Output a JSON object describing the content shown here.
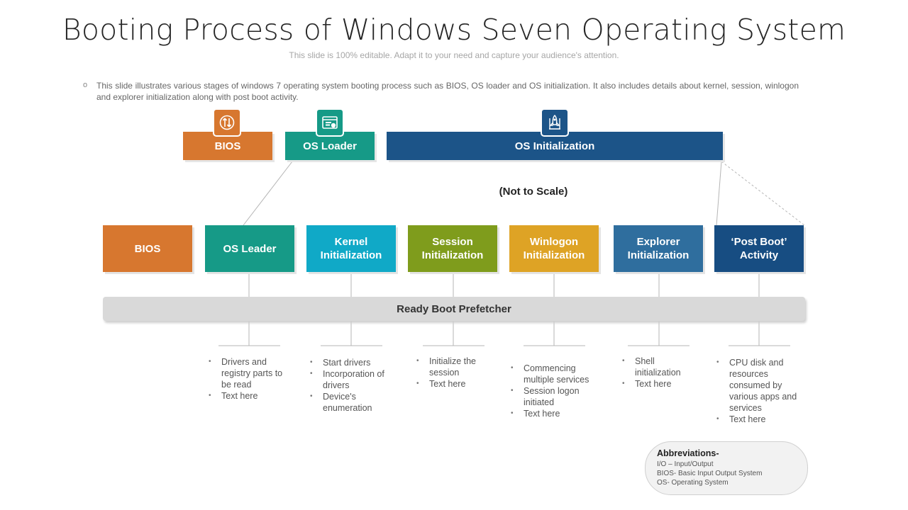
{
  "title": "Booting Process of Windows Seven Operating System",
  "subtitle": "This slide is 100% editable. Adapt it to your need and capture your audience's attention.",
  "description_bullet": "o",
  "description": "This slide illustrates various stages of windows 7 operating system booting process such as BIOS, OS loader and OS initialization. It also includes details about kernel, session, winlogon and explorer initialization along with post boot activity.",
  "top_phases": [
    {
      "label": "BIOS",
      "icon": "up-down-arrows-icon",
      "color": "#d7772f"
    },
    {
      "label": "OS Loader",
      "icon": "browser-window-icon",
      "color": "#169a87"
    },
    {
      "label": "OS Initialization",
      "icon": "rocket-launch-icon",
      "color": "#1c5488"
    }
  ],
  "scale_note": "(Not to Scale)",
  "stages": [
    {
      "label": "BIOS",
      "color": "#d7772f"
    },
    {
      "label": "OS Leader",
      "color": "#169a87"
    },
    {
      "label": "Kernel Initialization",
      "color": "#10a9c7"
    },
    {
      "label": "Session Initialization",
      "color": "#7f9c1c"
    },
    {
      "label": "Winlogon Initialization",
      "color": "#dea325"
    },
    {
      "label": "Explorer Initialization",
      "color": "#2f6e9e"
    },
    {
      "label": "‘Post Boot’ Activity",
      "color": "#174d82"
    }
  ],
  "prefetcher": "Ready Boot Prefetcher",
  "notes": [
    [
      "Drivers and registry parts to be read",
      "Text here"
    ],
    [
      "Start drivers",
      "Incorporation of drivers",
      "Device's enumeration"
    ],
    [
      "Initialize the session",
      "Text here"
    ],
    [
      "Commencing multiple services",
      "Session logon initiated",
      "Text here"
    ],
    [
      "Shell initialization",
      "Text here"
    ],
    [
      "CPU disk and resources consumed by various apps and services",
      "Text here"
    ]
  ],
  "abbreviations": {
    "title": "Abbreviations-",
    "lines": [
      "I/O – Input/Output",
      "BIOS- Basic Input Output System",
      "OS- Operating System"
    ]
  }
}
